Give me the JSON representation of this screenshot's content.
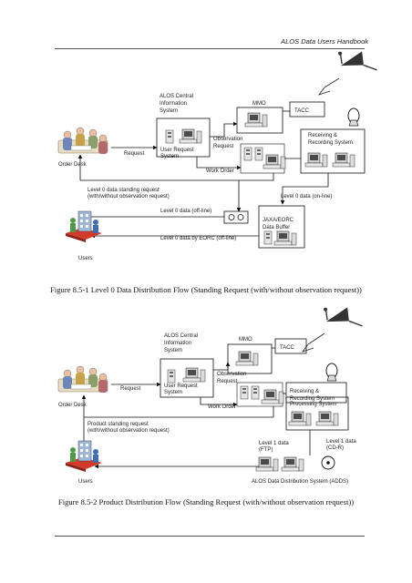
{
  "header": {
    "title": "ALOS Data Users Handbook"
  },
  "figure1": {
    "caption": "Figure 8.5-1   Level 0 Data Distribution Flow (Standing Request (with/without observation request))",
    "central_line1": "ALOS Central",
    "central_line2": "Information",
    "central_line3": "System",
    "mmo": "MMO",
    "tacc": "TACC",
    "receiving_line1": "Receiving &",
    "receiving_line2": "Recording System",
    "order_desk": "Order Desk",
    "request": "Request",
    "urs_line1": "User Request",
    "urs_line2": "System",
    "obs_line1": "Observation",
    "obs_line2": "Request",
    "work_order": "Work Order",
    "standing_line1": "Level 0 data standing request",
    "standing_line2": "(with/without observation request)",
    "online": "Level 0 data (on-line)",
    "offline": "Level 0 data (off-line)",
    "buffer_line1": "JAXA/EORC",
    "buffer_line2": "Data Buffer",
    "eorc_offline": "Level 0 data by EORC (off-line)",
    "users": "Users"
  },
  "figure2": {
    "caption": "Figure 8.5-2 Product Distribution Flow (Standing Request (with/without observation request))",
    "central_line1": "ALOS Central",
    "central_line2": "Information",
    "central_line3": "System",
    "mmo": "MMO",
    "tacc": "TACC",
    "receiving_line1": "Receiving &",
    "receiving_line2": "Recording System",
    "processing": "Processing System",
    "order_desk": "Order Desk",
    "request": "Request",
    "urs_line1": "User Request",
    "urs_line2": "System",
    "obs_line1": "Observation",
    "obs_line2": "Request",
    "work_order": "Work Order",
    "standing_line1": "Product standing request",
    "standing_line2": "(with/without observation request)",
    "ftp_line1": "Level 1 data",
    "ftp_line2": "(FTP)",
    "cdr_line1": "Level 1 data",
    "cdr_line2": "(CD-R)",
    "adds": "ALOS Data Distribution System (ADDS)",
    "users": "Users"
  }
}
